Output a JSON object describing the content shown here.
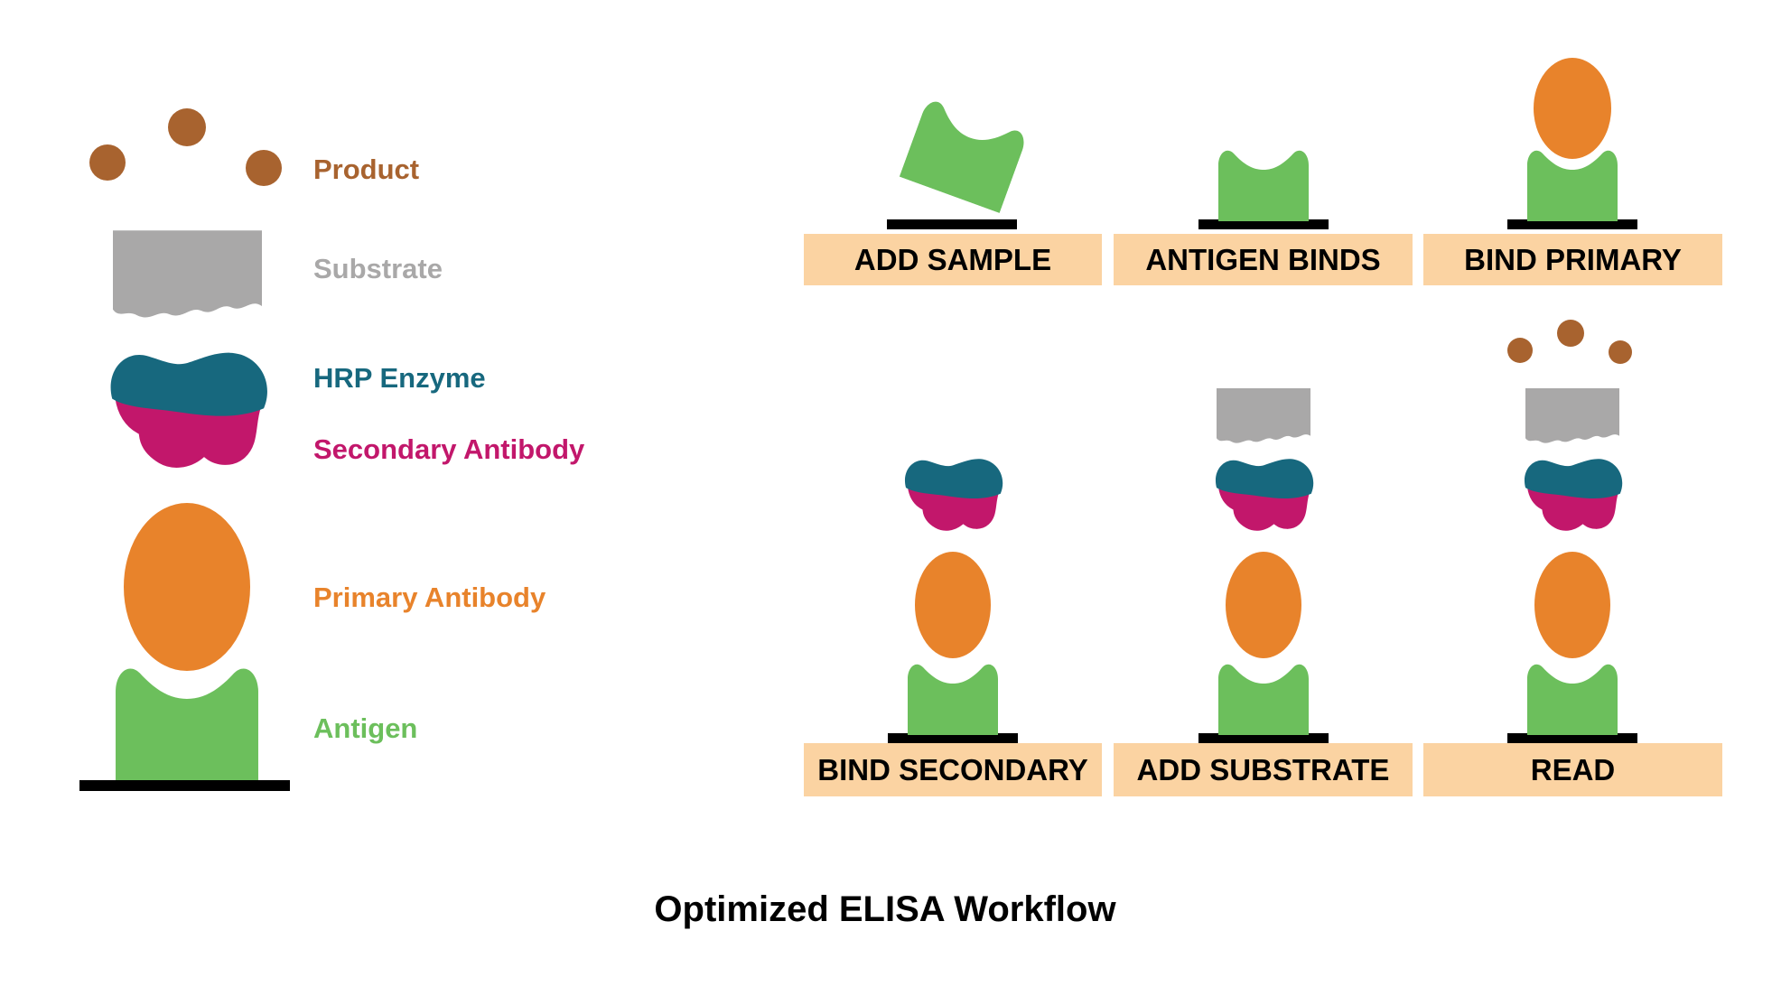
{
  "title": "Optimized ELISA Workflow",
  "legend": {
    "items": [
      {
        "label": "Product",
        "color": "#a8632f"
      },
      {
        "label": "Substrate",
        "color": "#a9a8a8"
      },
      {
        "label": "HRP Enzyme",
        "color": "#17687e"
      },
      {
        "label": "Secondary Antibody",
        "color": "#c2176b"
      },
      {
        "label": "Primary Antibody",
        "color": "#e8832b"
      },
      {
        "label": "Antigen",
        "color": "#6cbf5c"
      }
    ]
  },
  "steps": [
    {
      "label": "ADD SAMPLE"
    },
    {
      "label": "ANTIGEN BINDS"
    },
    {
      "label": "BIND PRIMARY"
    },
    {
      "label": "BIND SECONDARY"
    },
    {
      "label": "ADD SUBSTRATE"
    },
    {
      "label": "READ"
    }
  ],
  "colors": {
    "antigen_green": "#6cbf5c",
    "primary_orange": "#e8832b",
    "hrp_teal": "#17687e",
    "secondary_magenta": "#c2176b",
    "substrate_gray": "#a9a8a8",
    "product_brown": "#a8632f",
    "banner_peach": "#fbd3a2",
    "baseline_black": "#000000",
    "background": "#ffffff"
  }
}
